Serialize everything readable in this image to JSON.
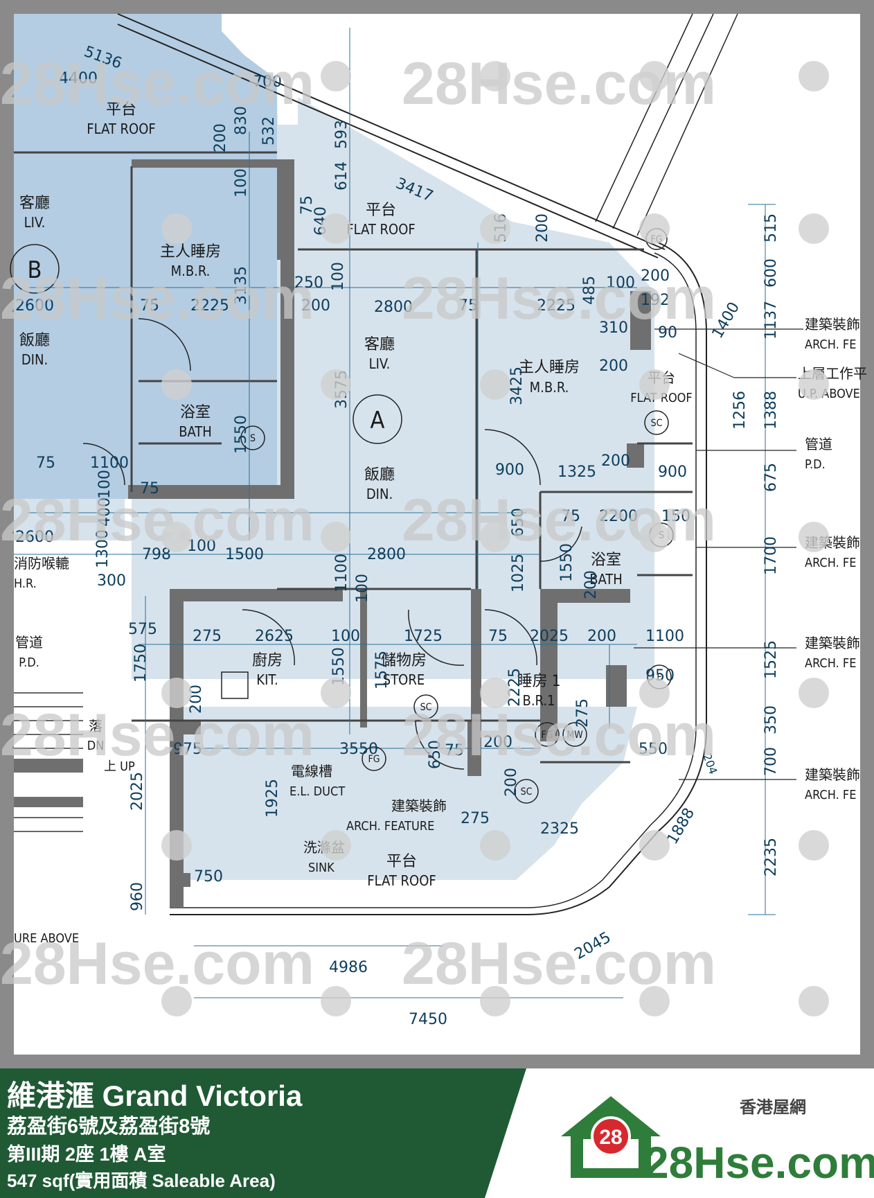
{
  "plan": {
    "unit_a": "A",
    "unit_b": "B",
    "rooms": {
      "liv_a_zh": "客廳",
      "liv_a_en": "LIV.",
      "din_a_zh": "飯廳",
      "din_a_en": "DIN.",
      "mbr_a_zh": "主人睡房",
      "mbr_a_en": "M.B.R.",
      "bath_a_zh": "浴室",
      "bath_a_en": "BATH",
      "kit_zh": "廚房",
      "kit_en": "KIT.",
      "store_zh": "儲物房",
      "store_en": "STORE",
      "br1_zh": "睡房 1",
      "br1_en": "B.R.1",
      "flat_roof_zh": "平台",
      "flat_roof_en": "FLAT ROOF",
      "liv_b_zh": "客廳",
      "liv_b_en": "LIV.",
      "din_b_zh": "飯廳",
      "din_b_en": "DIN.",
      "mbr_b_zh": "主人睡房",
      "mbr_b_en": "M.B.R.",
      "bath_b_zh": "浴室",
      "bath_b_en": "BATH",
      "hr_zh": "消防喉轆",
      "hr_en": "H.R.",
      "pd_zh": "管道",
      "pd_en": "P.D.",
      "stair_zh": "落",
      "stair_dn": "DN",
      "stair_up": "上 UP",
      "eld_zh": "電線槽",
      "eld_en": "E.L. DUCT",
      "sink_zh": "洗滌盆",
      "sink_en": "SINK",
      "arch_zh": "建築裝飾",
      "arch_en": "ARCH. FEATURE",
      "up_above_zh": "上層工作平",
      "up_above_en": "U.P. ABOVE",
      "ure_above": "URE ABOVE",
      "right_arch_zh": "建築裝飾",
      "right_arch_en": "ARCH. FE",
      "right_pd_zh": "管道",
      "right_pd_en": "P.D."
    },
    "symbols": {
      "sc": "SC",
      "s": "S",
      "fg": "FG",
      "mw": "MW",
      "f": "F"
    },
    "dims": [
      "5136",
      "4400",
      "700",
      "532",
      "830",
      "200",
      "100",
      "3417",
      "75",
      "640",
      "614",
      "593",
      "516",
      "200",
      "485",
      "100",
      "200",
      "192",
      "1400",
      "310",
      "90",
      "200",
      "2800",
      "75",
      "2225",
      "3135",
      "250",
      "200",
      "100",
      "3575",
      "3425",
      "2600",
      "75",
      "2225",
      "1550",
      "75",
      "1100",
      "100",
      "400",
      "75",
      "900",
      "1325",
      "200",
      "900",
      "650",
      "2200",
      "150",
      "1550",
      "1025",
      "75",
      "200",
      "2600",
      "798",
      "1500",
      "2800",
      "1100",
      "100",
      "300",
      "1300",
      "100",
      "575",
      "275",
      "2625",
      "100",
      "1725",
      "75",
      "2025",
      "200",
      "1100",
      "950",
      "1750",
      "1550",
      "1575",
      "2225",
      "275",
      "200",
      "975",
      "3550",
      "650",
      "75",
      "200",
      "550",
      "204",
      "2025",
      "1925",
      "750",
      "960",
      "200",
      "275",
      "2325",
      "1888",
      "2045",
      "4986",
      "7450",
      "515",
      "600",
      "1137",
      "1256",
      "1388",
      "675",
      "1700",
      "1525",
      "350",
      "700",
      "2235"
    ],
    "watermark_text": "28Hse.com",
    "watermark_badge": "28"
  },
  "footer": {
    "title": "維港滙 Grand Victoria",
    "address": "荔盈街6號及荔盈街8號",
    "unit": "第III期 2座 1樓 A室",
    "area": "547 sqf(實用面積 Saleable Area)",
    "brand_zh": "香港屋網",
    "brand_logo": "28Hse.com",
    "brand_badge": "28"
  },
  "colors": {
    "unit_b_fill": "#b4cde3",
    "unit_a_fill": "#d7e3ec",
    "wall": "#6f6f6f",
    "dim_line": "#2a6f95",
    "footer_green": "#1f5a35",
    "logo_green": "#2e7d3a",
    "logo_red": "#d7282f"
  }
}
